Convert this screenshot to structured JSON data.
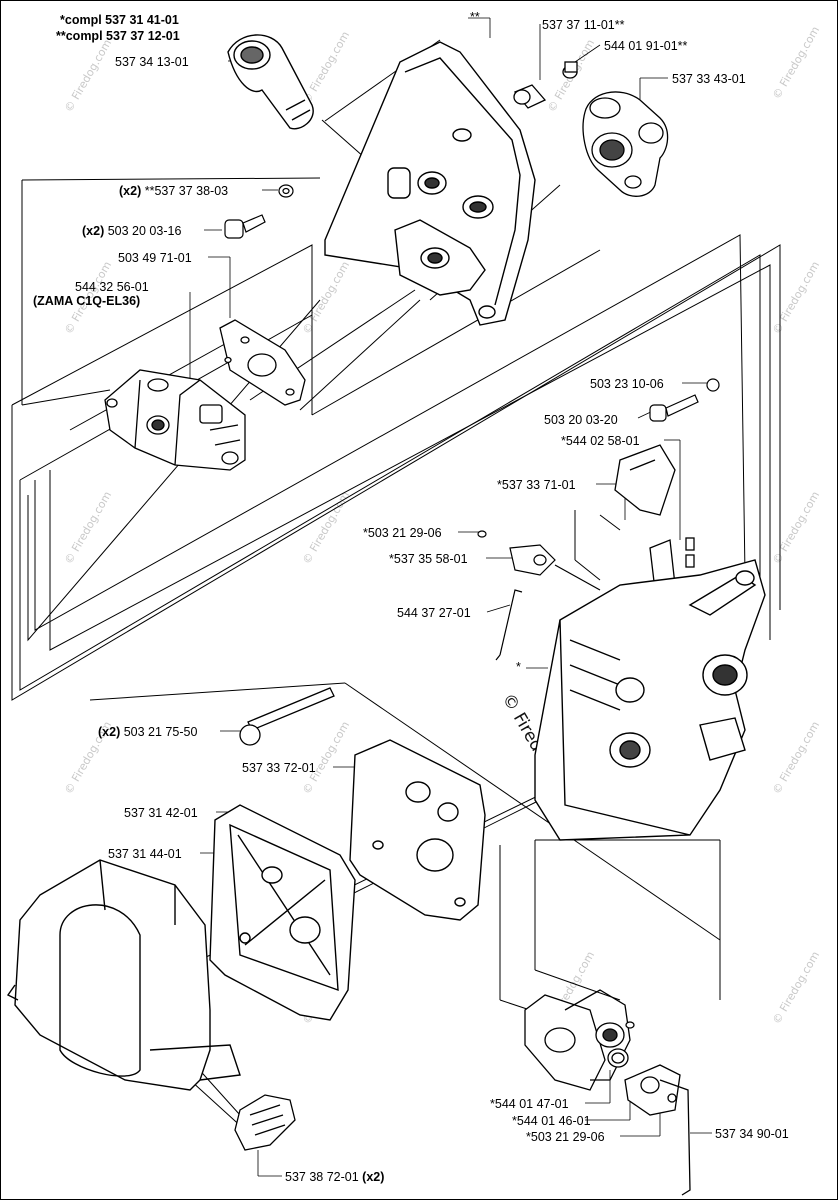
{
  "labels": {
    "compl_a": "*compl 537 31 41-01",
    "compl_b": "**compl 537 37 12-01",
    "p537341301": "537 34 13-01",
    "star2": "**",
    "p537371101": "537 37 11-01**",
    "p544019101": "544 01 91-01**",
    "p537334301": "537 33 43-01",
    "x2_a_prefix": "(x2)",
    "p537373803": "**537 37 38-03",
    "x2_b_prefix": "(x2)",
    "p503200316": "503 20 03-16",
    "p503497101": "503 49 71-01",
    "p544325601": "544 32 56-01",
    "zama": "(ZAMA C1Q-EL36)",
    "p503231006": "503 23 10-06",
    "p503200320": "503 20 03-20",
    "p544025801": "*544 02 58-01",
    "p537337101": "*537 33 71-01",
    "p503212906a": "*503 21 29-06",
    "p537355801": "*537 35 58-01",
    "p544372701": "544 37 27-01",
    "star1": "*",
    "x2_c_prefix": "(x2)",
    "p503217550": "503 21 75-50",
    "p537337201": "537 33 72-01",
    "p537314201": "537 31 42-01",
    "p537314401": "537 31 44-01",
    "p544014701": "*544 01 47-01",
    "p544014601": "*544 01 46-01",
    "p503212906b": "*503 21 29-06",
    "p537349001": "537 34 90-01",
    "p537387201": "537 38 72-01",
    "x2_d_suffix": "(x2)"
  },
  "watermark": {
    "small": "© Firedog.com",
    "big": "© Firedog.com"
  }
}
